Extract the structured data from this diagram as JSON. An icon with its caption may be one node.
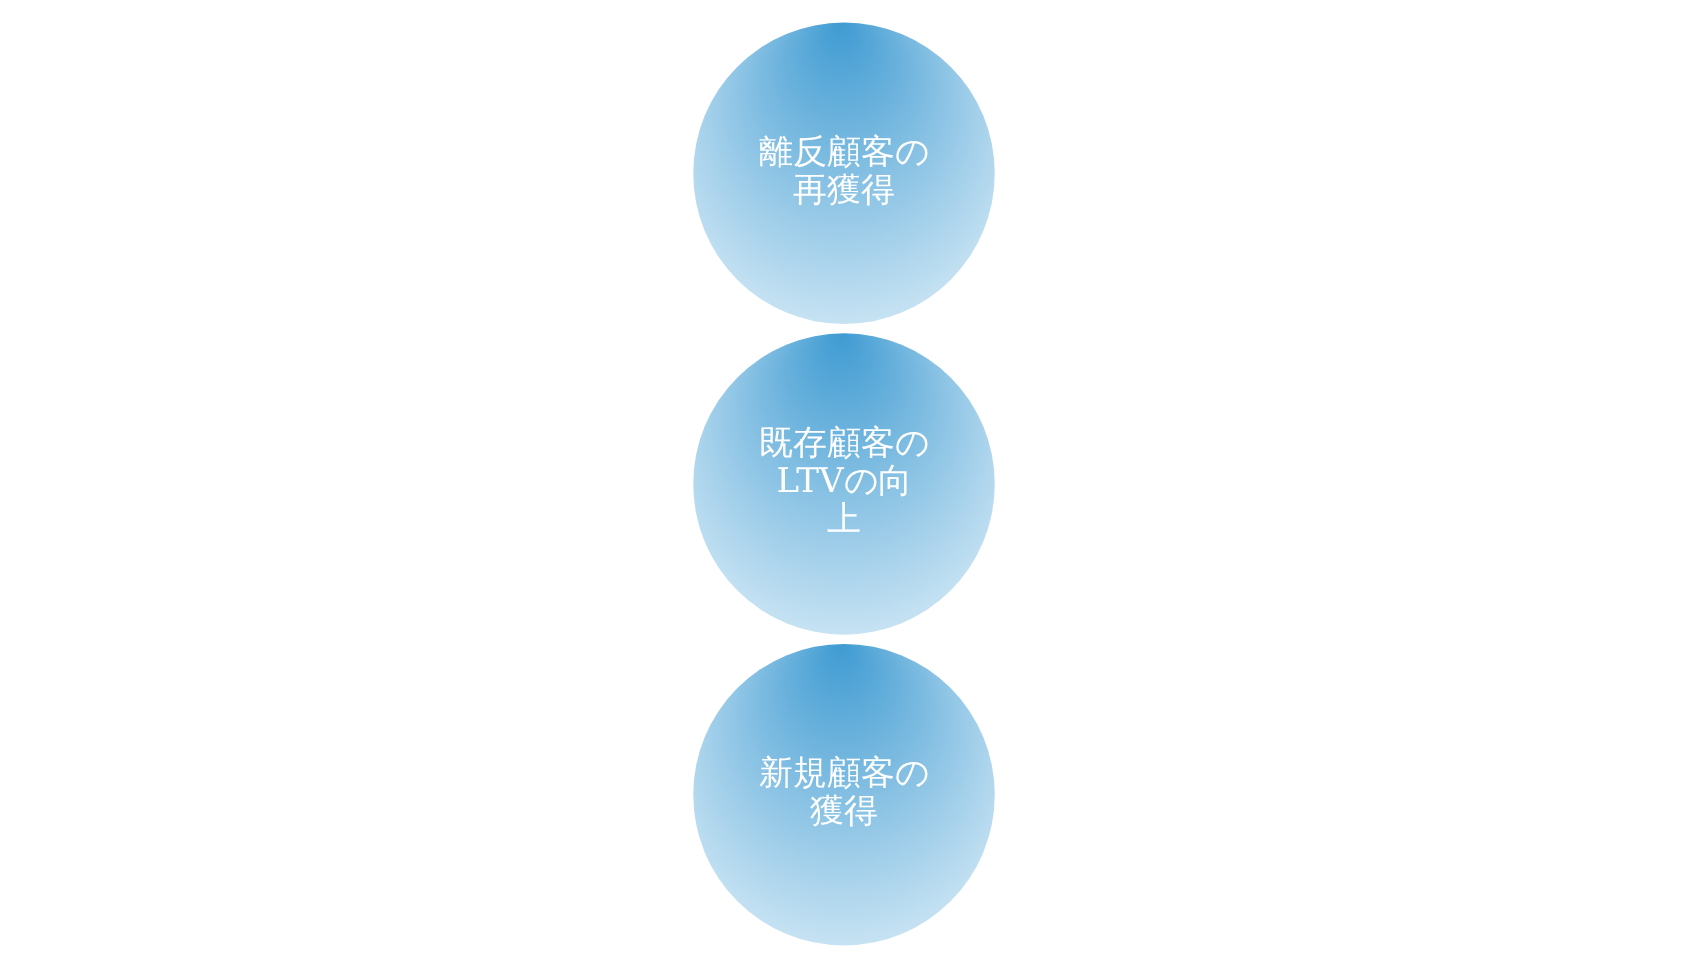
{
  "diagram": {
    "nodes": [
      {
        "text": [
          "新規顧客の獲得"
        ]
      },
      {
        "text": [
          "既存顧客のLTVの向上"
        ]
      },
      {
        "text": [
          "離反顧客の再獲得"
        ]
      }
    ]
  }
}
